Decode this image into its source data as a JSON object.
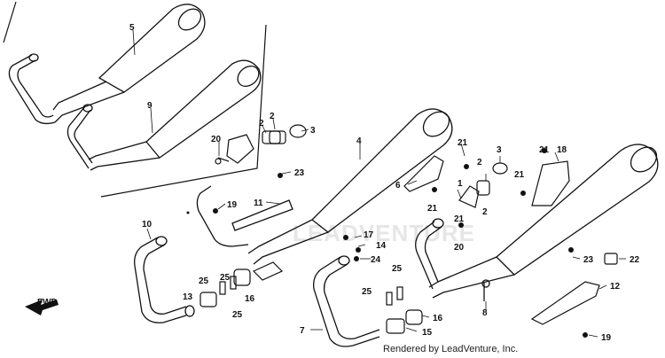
{
  "diagram": {
    "labels": [
      "5",
      "9",
      "2",
      "2",
      "3",
      "20",
      "23",
      "19",
      "11",
      "10",
      "25",
      "25",
      "13",
      "25",
      "16",
      "4",
      "17",
      "14",
      "24",
      "6",
      "21",
      "21",
      "1",
      "2",
      "3",
      "2",
      "21",
      "20",
      "18",
      "21",
      "21",
      "8",
      "25",
      "25",
      "7",
      "16",
      "15",
      "23",
      "22",
      "12",
      "19"
    ],
    "fwd_label": "FWD",
    "watermark": "LEADVENTURE",
    "credit": "Rendered by LeadVenture, Inc."
  }
}
